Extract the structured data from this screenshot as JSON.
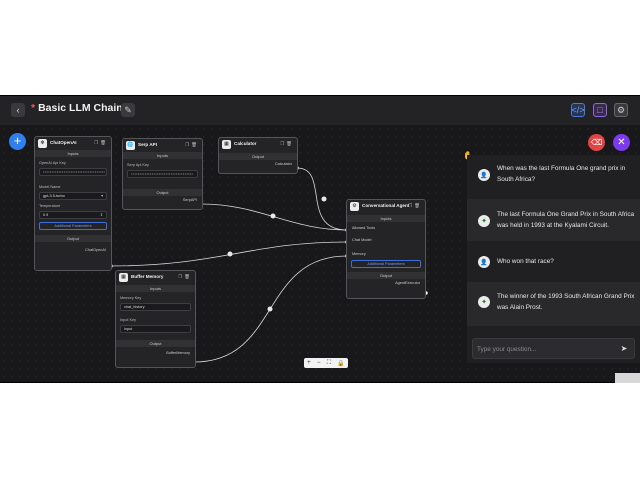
{
  "header": {
    "back_icon": "arrow-left-icon",
    "title_marker": "*",
    "title": "Basic LLM Chain",
    "edit_icon": "pencil-icon",
    "actions": [
      "code-icon",
      "settings-icon",
      "gear-icon"
    ]
  },
  "colors": {
    "accent_blue": "#2f80ed",
    "danger": "#e04444",
    "purple": "#7c3aed",
    "title_marker": "#f05a4a"
  },
  "nodes": {
    "chatopenai": {
      "title": "ChatOpenAI",
      "inputs_label": "Inputs",
      "fields": [
        {
          "label": "OpenAI Api Key",
          "value": "••••••••••••••••••••••••••••••••••••"
        },
        {
          "label": "Model Name",
          "value": "gpt-3.5-turbo"
        },
        {
          "label": "Temperature",
          "value": "0.9"
        }
      ],
      "additional_label": "Additional Parameters",
      "output_label": "Output",
      "output_anchor": "ChatOpenAI"
    },
    "serpapi": {
      "title": "Serp API",
      "inputs_label": "Inputs",
      "fields": [
        {
          "label": "Serp Api Key",
          "value": "••••••••••••••••••••••••••••••••••••"
        }
      ],
      "output_label": "Output",
      "output_anchor": "SerpAPI"
    },
    "calculator": {
      "title": "Calculator",
      "output_label": "Output",
      "output_anchor": "Calculator"
    },
    "agent": {
      "title": "Conversational Agent",
      "inputs_label": "Inputs",
      "anchors": [
        "Allowed Tools",
        "Chat Model",
        "Memory"
      ],
      "additional_label": "Additional Parameters",
      "output_label": "Output",
      "output_anchor": "AgentExecutor"
    },
    "buffer": {
      "title": "Buffer Memory",
      "inputs_label": "Inputs",
      "fields": [
        {
          "label": "Memory Key",
          "value": "chat_history"
        },
        {
          "label": "Input Key",
          "value": "input"
        }
      ],
      "output_label": "Output",
      "output_anchor": "BufferMemory"
    }
  },
  "zoom_controls": [
    "+",
    "−",
    "⛶",
    "🔒"
  ],
  "chat": {
    "messages": [
      {
        "role": "user",
        "text": "When was the last Formula One grand prix in South Africa?"
      },
      {
        "role": "bot",
        "text": "The last Formula One Grand Prix in South Africa was held in 1993 at the Kyalami Circuit."
      },
      {
        "role": "user",
        "text": "Who won that race?"
      },
      {
        "role": "bot",
        "text": "The winner of the 1993 South African Grand Prix was Alain Prost."
      }
    ],
    "input_placeholder": "Type your question..."
  }
}
